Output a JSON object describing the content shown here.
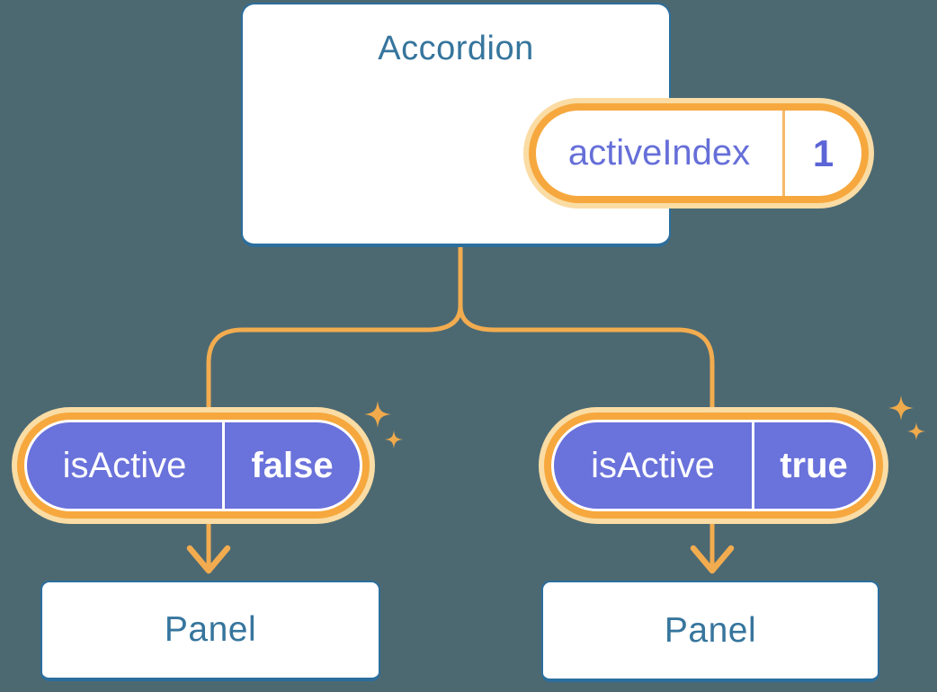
{
  "accordion": {
    "title": "Accordion",
    "state": {
      "name": "activeIndex",
      "value": "1"
    }
  },
  "props": [
    {
      "name": "isActive",
      "value": "false"
    },
    {
      "name": "isActive",
      "value": "true"
    }
  ],
  "panels": [
    {
      "label": "Panel"
    },
    {
      "label": "Panel"
    }
  ],
  "colors": {
    "background": "#4C6972",
    "wire_orange": "#F2AC4F",
    "ring_orange": "#F6A83E",
    "ring_glow": "#FADCA4",
    "sparkle_orange": "#F1AA4B",
    "pill_purple": "#6A72DB",
    "heading_blue": "#36759D",
    "border_blue": "#2C6E9D",
    "state_text_purple": "#666FD8",
    "prop_text_white": "#FFFFFF"
  }
}
